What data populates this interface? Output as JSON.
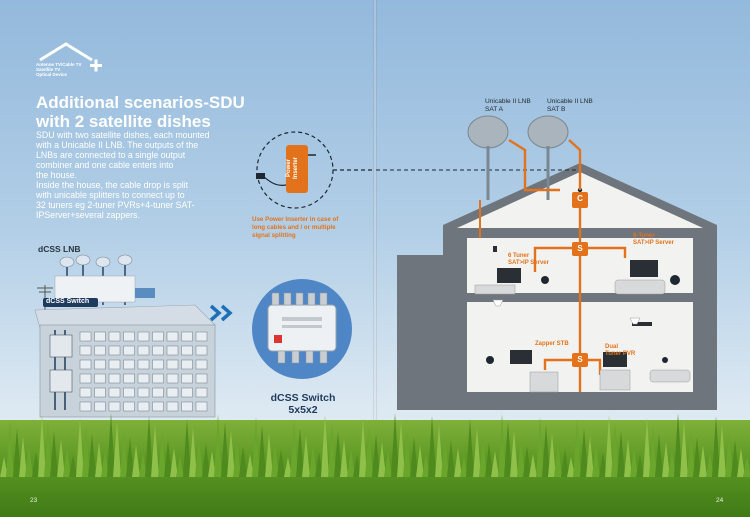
{
  "logo": {
    "line1": "Antenne TV/Cable TV",
    "line2": "Satellite TV",
    "line3": "Optical Device"
  },
  "heading": {
    "line1": "Additional scenarios-SDU",
    "line2": "with 2 satellite dishes"
  },
  "description": {
    "lines": [
      "SDU with two satellite dishes, each mounted",
      "with a Unicable II LNB. The outputs of the",
      "LNBs are connected to a single output",
      "combiner and one cable enters into",
      "the house.",
      "Inside the house, the cable drop is split",
      "with unicable splitters to connect up to",
      "32 tuners eg 2-tuner PVRs+4-tuner SAT-",
      "IPServer+several zappers."
    ]
  },
  "inserter": {
    "line1": "Power",
    "line2": "Inserter"
  },
  "inserter_note": {
    "line1": "Use Power Inserter in case of",
    "line2": "long cables and / or multiple",
    "line3": "signal splitting"
  },
  "left_labels": {
    "lnb": "dCSS LNB",
    "switch": "dCSS Switch"
  },
  "switch_product": {
    "line1": "dCSS Switch",
    "line2": "5x5x2"
  },
  "dishes": [
    {
      "line1": "Unicable II LNB",
      "line2": "SAT A"
    },
    {
      "line1": "Unicable II LNB",
      "line2": "SAT B"
    }
  ],
  "nodes": {
    "combiner": "C",
    "splitter": "S"
  },
  "devices": {
    "six_tuner": {
      "line1": "6 Tuner",
      "line2": "SAT>IP Server"
    },
    "eight_tuner": {
      "line1": "8-Tuner",
      "line2": "SAT>IP Server"
    },
    "zapper": {
      "line1": "Zapper STB"
    },
    "dual": {
      "line1": "Dual",
      "line2": "Tuner PVR"
    }
  },
  "pages": {
    "left": "23",
    "right": "24"
  },
  "colors": {
    "orange": "#e2731c",
    "navy": "#1e3a5c",
    "house": "#6e757c",
    "room": "#f2f2f0"
  }
}
